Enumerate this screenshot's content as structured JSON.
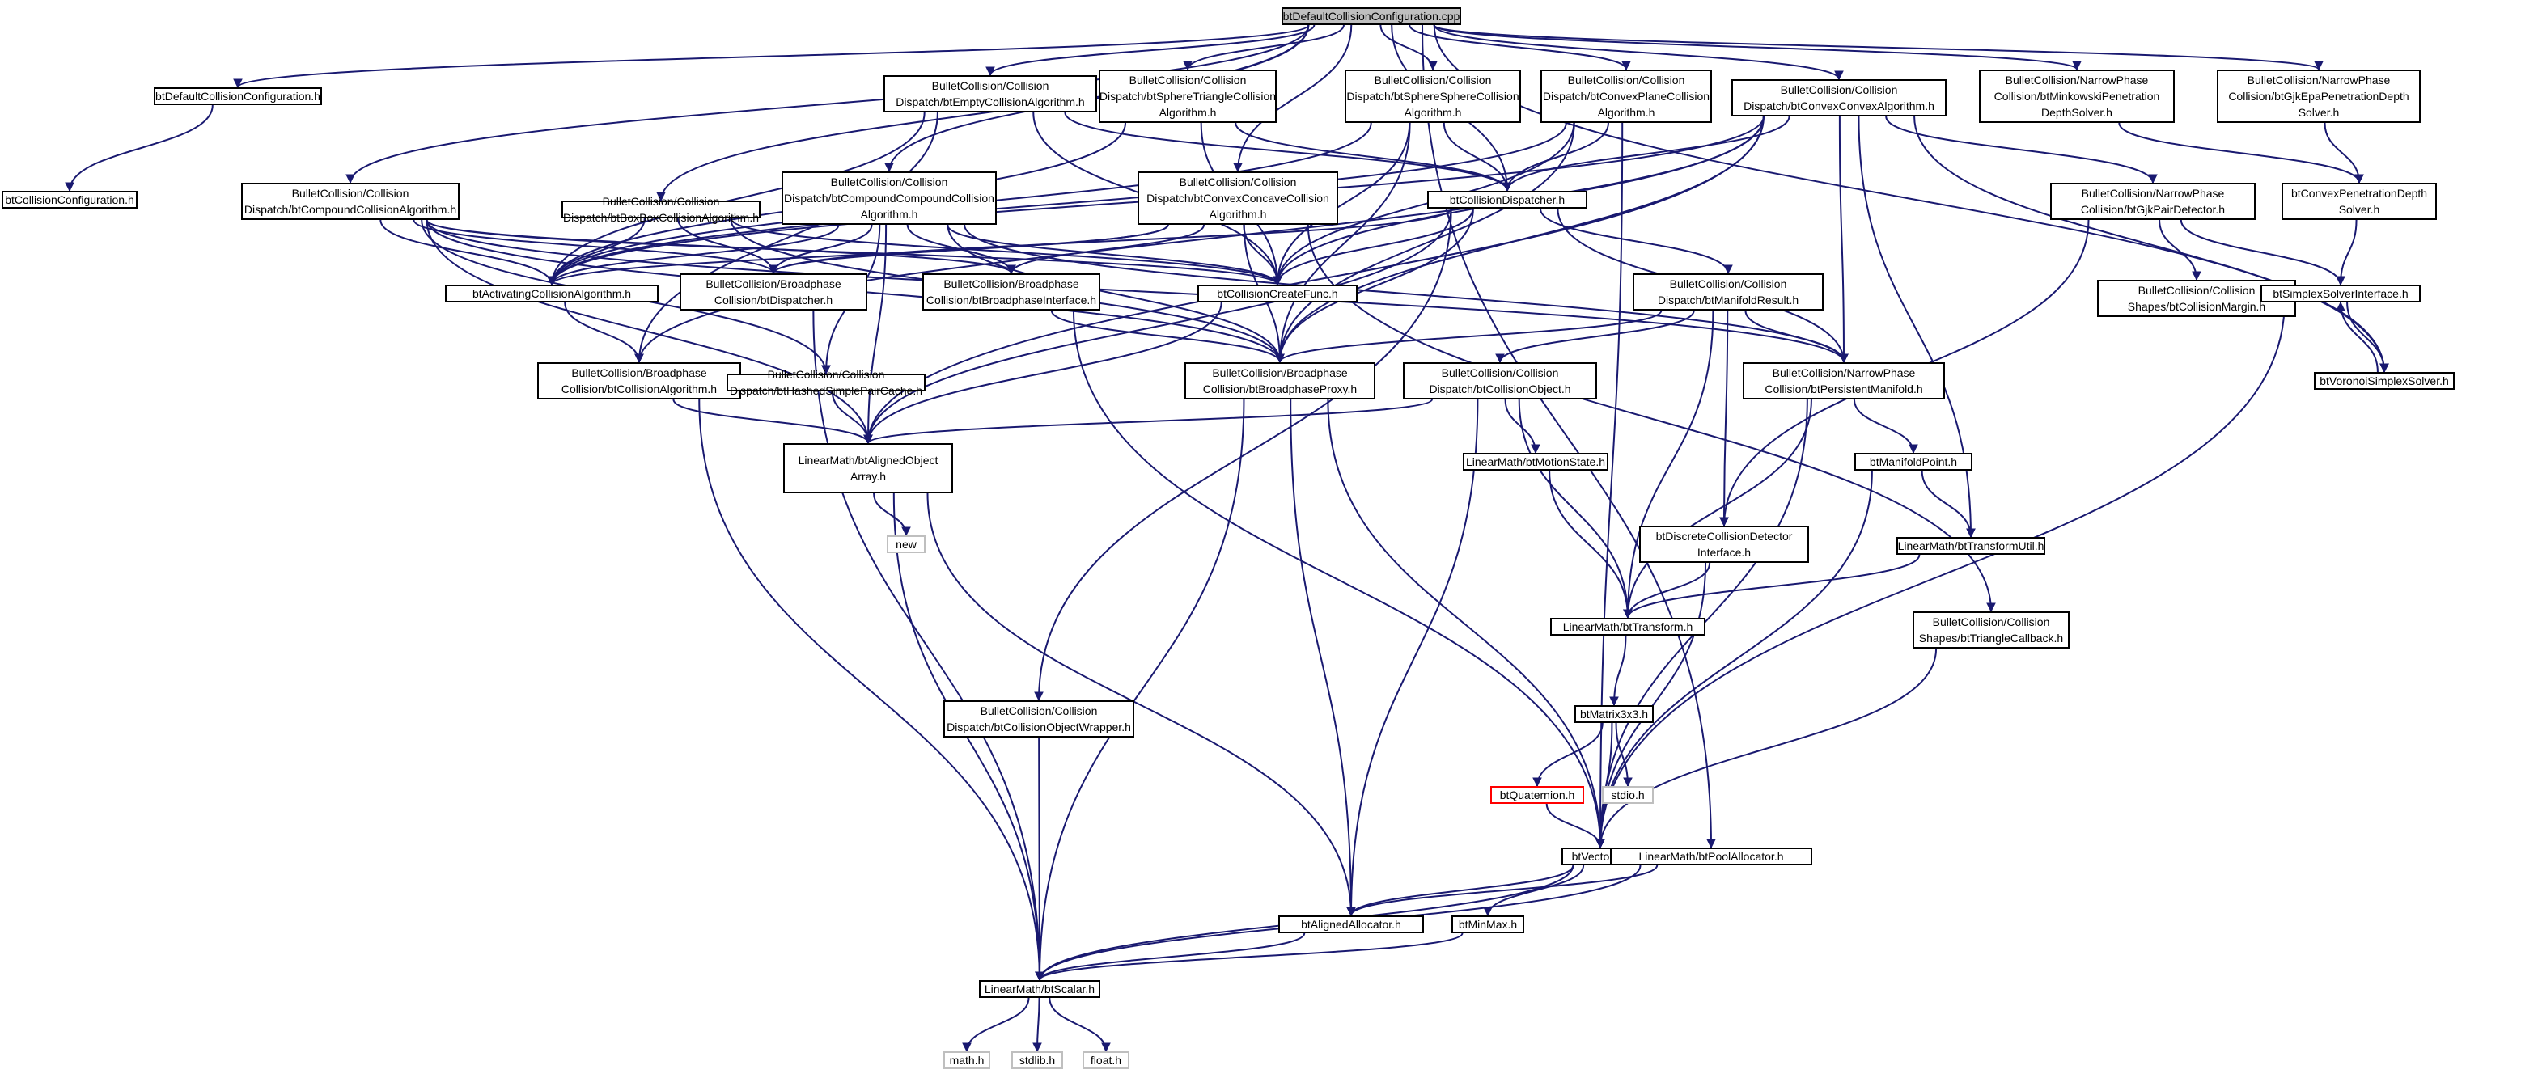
{
  "colors": {
    "edge": "#191970",
    "node_border": "#000000",
    "root_fill": "#bfbfbf",
    "system_border": "#bfbfbf",
    "missing_border": "#ff0000"
  },
  "nodes": {
    "root": {
      "label": "btDefaultCollisionConfiguration.cpp",
      "kind": "root"
    },
    "dcc_h": {
      "label": "btDefaultCollisionConfiguration.h"
    },
    "cc_h": {
      "label": "btCollisionConfiguration.h"
    },
    "ecol": {
      "label": "BulletCollision/Collision\nDispatch/btEmptyCollisionAlgorithm.h"
    },
    "sphtri": {
      "label": "BulletCollision/Collision\nDispatch/btSphereTriangleCollision\nAlgorithm.h"
    },
    "sphsph": {
      "label": "BulletCollision/Collision\nDispatch/btSphereSphereCollision\nAlgorithm.h"
    },
    "cvxplane": {
      "label": "BulletCollision/Collision\nDispatch/btConvexPlaneCollision\nAlgorithm.h"
    },
    "cvxcvx": {
      "label": "BulletCollision/Collision\nDispatch/btConvexConvexAlgorithm.h"
    },
    "minkowski": {
      "label": "BulletCollision/NarrowPhase\nCollision/btMinkowskiPenetration\nDepthSolver.h"
    },
    "gjkepa": {
      "label": "BulletCollision/NarrowPhase\nCollision/btGjkEpaPenetrationDepth\nSolver.h"
    },
    "compound": {
      "label": "BulletCollision/Collision\nDispatch/btCompoundCollisionAlgorithm.h"
    },
    "boxbox": {
      "label": "BulletCollision/Collision\nDispatch/btBoxBoxCollisionAlgorithm.h"
    },
    "compcomp": {
      "label": "BulletCollision/Collision\nDispatch/btCompoundCompoundCollision\nAlgorithm.h"
    },
    "cvxconc": {
      "label": "BulletCollision/Collision\nDispatch/btConvexConcaveCollision\nAlgorithm.h"
    },
    "colldisp": {
      "label": "btCollisionDispatcher.h"
    },
    "gjkpair": {
      "label": "BulletCollision/NarrowPhase\nCollision/btGjkPairDetector.h"
    },
    "cvxpen": {
      "label": "btConvexPenetrationDepth\nSolver.h"
    },
    "activating": {
      "label": "btActivatingCollisionAlgorithm.h"
    },
    "bpdisp": {
      "label": "BulletCollision/Broadphase\nCollision/btDispatcher.h"
    },
    "bpiface": {
      "label": "BulletCollision/Broadphase\nCollision/btBroadphaseInterface.h"
    },
    "createfunc": {
      "label": "btCollisionCreateFunc.h"
    },
    "manres": {
      "label": "BulletCollision/Collision\nDispatch/btManifoldResult.h"
    },
    "margin": {
      "label": "BulletCollision/Collision\nShapes/btCollisionMargin.h"
    },
    "simplexiface": {
      "label": "btSimplexSolverInterface.h"
    },
    "voronoi": {
      "label": "btVoronoiSimplexSolver.h"
    },
    "bpcollalg": {
      "label": "BulletCollision/Broadphase\nCollision/btCollisionAlgorithm.h"
    },
    "hashed": {
      "label": "BulletCollision/Collision\nDispatch/btHashedSimplePairCache.h"
    },
    "bpproxy": {
      "label": "BulletCollision/Broadphase\nCollision/btBroadphaseProxy.h"
    },
    "collobj": {
      "label": "BulletCollision/Collision\nDispatch/btCollisionObject.h"
    },
    "persist": {
      "label": "BulletCollision/NarrowPhase\nCollision/btPersistentManifold.h"
    },
    "aligned": {
      "label": "LinearMath/btAlignedObject\nArray.h"
    },
    "motion": {
      "label": "LinearMath/btMotionState.h"
    },
    "manpoint": {
      "label": "btManifoldPoint.h"
    },
    "new": {
      "label": "new",
      "kind": "sys"
    },
    "discrete": {
      "label": "btDiscreteCollisionDetector\nInterface.h"
    },
    "tutil": {
      "label": "LinearMath/btTransformUtil.h"
    },
    "transform": {
      "label": "LinearMath/btTransform.h"
    },
    "tricb": {
      "label": "BulletCollision/Collision\nShapes/btTriangleCallback.h"
    },
    "wrapper": {
      "label": "BulletCollision/Collision\nDispatch/btCollisionObjectWrapper.h"
    },
    "matrix": {
      "label": "btMatrix3x3.h"
    },
    "quat": {
      "label": "btQuaternion.h",
      "kind": "missing"
    },
    "stdio": {
      "label": "stdio.h",
      "kind": "sys"
    },
    "vector3": {
      "label": "btVector3.h"
    },
    "pool": {
      "label": "LinearMath/btPoolAllocator.h"
    },
    "alloc": {
      "label": "btAlignedAllocator.h"
    },
    "minmax": {
      "label": "btMinMax.h"
    },
    "scalar": {
      "label": "LinearMath/btScalar.h"
    },
    "math": {
      "label": "math.h",
      "kind": "sys"
    },
    "stdlib": {
      "label": "stdlib.h",
      "kind": "sys"
    },
    "float": {
      "label": "float.h",
      "kind": "sys"
    }
  },
  "edges": [
    [
      "root",
      "dcc_h"
    ],
    [
      "root",
      "compound"
    ],
    [
      "root",
      "ecol"
    ],
    [
      "root",
      "boxbox"
    ],
    [
      "root",
      "compcomp"
    ],
    [
      "root",
      "sphtri"
    ],
    [
      "root",
      "cvxconc"
    ],
    [
      "root",
      "sphsph"
    ],
    [
      "root",
      "cvxplane"
    ],
    [
      "root",
      "cvxcvx"
    ],
    [
      "root",
      "minkowski"
    ],
    [
      "root",
      "gjkepa"
    ],
    [
      "root",
      "colldisp"
    ],
    [
      "root",
      "voronoi"
    ],
    [
      "root",
      "pool"
    ],
    [
      "dcc_h",
      "cc_h"
    ],
    [
      "ecol",
      "activating"
    ],
    [
      "ecol",
      "colldisp"
    ],
    [
      "ecol",
      "createfunc"
    ],
    [
      "ecol",
      "bpcollalg"
    ],
    [
      "sphtri",
      "activating"
    ],
    [
      "sphtri",
      "createfunc"
    ],
    [
      "sphtri",
      "colldisp"
    ],
    [
      "sphsph",
      "activating"
    ],
    [
      "sphsph",
      "createfunc"
    ],
    [
      "sphsph",
      "colldisp"
    ],
    [
      "sphsph",
      "bpproxy"
    ],
    [
      "cvxplane",
      "colldisp"
    ],
    [
      "cvxplane",
      "createfunc"
    ],
    [
      "cvxplane",
      "bpproxy"
    ],
    [
      "cvxplane",
      "activating"
    ],
    [
      "cvxplane",
      "vector3"
    ],
    [
      "cvxcvx",
      "activating"
    ],
    [
      "cvxcvx",
      "colldisp"
    ],
    [
      "cvxcvx",
      "createfunc"
    ],
    [
      "cvxcvx",
      "gjkpair"
    ],
    [
      "cvxcvx",
      "persist"
    ],
    [
      "cvxcvx",
      "bpproxy"
    ],
    [
      "cvxcvx",
      "tutil"
    ],
    [
      "cvxcvx",
      "voronoi"
    ],
    [
      "cvxcvx",
      "bpcollalg"
    ],
    [
      "cvxcvx",
      "aligned"
    ],
    [
      "minkowski",
      "cvxpen"
    ],
    [
      "gjkepa",
      "cvxpen"
    ],
    [
      "compound",
      "activating"
    ],
    [
      "compound",
      "bpdisp"
    ],
    [
      "compound",
      "bpiface"
    ],
    [
      "compound",
      "createfunc"
    ],
    [
      "compound",
      "aligned"
    ],
    [
      "compound",
      "hashed"
    ],
    [
      "compound",
      "persist"
    ],
    [
      "compound",
      "bpproxy"
    ],
    [
      "boxbox",
      "activating"
    ],
    [
      "boxbox",
      "bpdisp"
    ],
    [
      "boxbox",
      "createfunc"
    ],
    [
      "boxbox",
      "bpproxy"
    ],
    [
      "compcomp",
      "activating"
    ],
    [
      "compcomp",
      "bpdisp"
    ],
    [
      "compcomp",
      "bpiface"
    ],
    [
      "compcomp",
      "createfunc"
    ],
    [
      "compcomp",
      "hashed"
    ],
    [
      "compcomp",
      "aligned"
    ],
    [
      "compcomp",
      "persist"
    ],
    [
      "compcomp",
      "bpproxy"
    ],
    [
      "cvxconc",
      "activating"
    ],
    [
      "cvxconc",
      "bpdisp"
    ],
    [
      "cvxconc",
      "bpiface"
    ],
    [
      "cvxconc",
      "createfunc"
    ],
    [
      "cvxconc",
      "bpproxy"
    ],
    [
      "cvxconc",
      "tricb"
    ],
    [
      "colldisp",
      "bpdisp"
    ],
    [
      "colldisp",
      "createfunc"
    ],
    [
      "colldisp",
      "manres"
    ],
    [
      "colldisp",
      "persist"
    ],
    [
      "colldisp",
      "bpproxy"
    ],
    [
      "colldisp",
      "aligned"
    ],
    [
      "colldisp",
      "wrapper"
    ],
    [
      "gjkpair",
      "margin"
    ],
    [
      "gjkpair",
      "discrete"
    ],
    [
      "gjkpair",
      "simplexiface"
    ],
    [
      "cvxpen",
      "simplexiface"
    ],
    [
      "activating",
      "bpcollalg"
    ],
    [
      "bpdisp",
      "scalar"
    ],
    [
      "bpiface",
      "bpproxy"
    ],
    [
      "bpiface",
      "vector3"
    ],
    [
      "createfunc",
      "aligned"
    ],
    [
      "manres",
      "collobj"
    ],
    [
      "manres",
      "discrete"
    ],
    [
      "manres",
      "persist"
    ],
    [
      "manres",
      "transform"
    ],
    [
      "manres",
      "bpproxy"
    ],
    [
      "simplexiface",
      "voronoi"
    ],
    [
      "simplexiface",
      "vector3"
    ],
    [
      "voronoi",
      "simplexiface"
    ],
    [
      "bpcollalg",
      "aligned"
    ],
    [
      "bpcollalg",
      "scalar"
    ],
    [
      "hashed",
      "aligned"
    ],
    [
      "bpproxy",
      "scalar"
    ],
    [
      "bpproxy",
      "vector3"
    ],
    [
      "bpproxy",
      "alloc"
    ],
    [
      "collobj",
      "motion"
    ],
    [
      "collobj",
      "transform"
    ],
    [
      "collobj",
      "aligned"
    ],
    [
      "collobj",
      "alloc"
    ],
    [
      "persist",
      "manpoint"
    ],
    [
      "persist",
      "transform"
    ],
    [
      "persist",
      "vector3"
    ],
    [
      "aligned",
      "new"
    ],
    [
      "aligned",
      "alloc"
    ],
    [
      "aligned",
      "scalar"
    ],
    [
      "motion",
      "transform"
    ],
    [
      "manpoint",
      "tutil"
    ],
    [
      "manpoint",
      "vector3"
    ],
    [
      "discrete",
      "transform"
    ],
    [
      "discrete",
      "vector3"
    ],
    [
      "tutil",
      "transform"
    ],
    [
      "transform",
      "matrix"
    ],
    [
      "tricb",
      "vector3"
    ],
    [
      "wrapper",
      "scalar"
    ],
    [
      "matrix",
      "quat"
    ],
    [
      "matrix",
      "stdio"
    ],
    [
      "matrix",
      "vector3"
    ],
    [
      "quat",
      "vector3"
    ],
    [
      "vector3",
      "alloc"
    ],
    [
      "vector3",
      "minmax"
    ],
    [
      "vector3",
      "scalar"
    ],
    [
      "pool",
      "alloc"
    ],
    [
      "pool",
      "scalar"
    ],
    [
      "alloc",
      "scalar"
    ],
    [
      "minmax",
      "scalar"
    ],
    [
      "scalar",
      "math"
    ],
    [
      "scalar",
      "stdlib"
    ],
    [
      "scalar",
      "float"
    ]
  ]
}
